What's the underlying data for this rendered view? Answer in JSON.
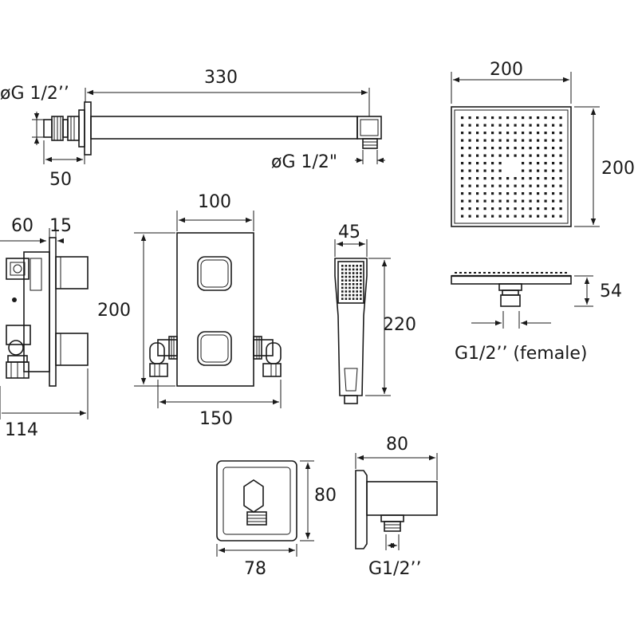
{
  "dimensions": {
    "arm_length": "330",
    "arm_inlet_thread": "øG 1/2’’",
    "arm_outlet_thread": "øG 1/2\"",
    "arm_flange_depth": "50",
    "head_width": "200",
    "head_height": "200",
    "head_depth": "54",
    "head_thread": "G1/2’’ (female)",
    "valve_depth_a": "60",
    "valve_depth_b": "15",
    "valve_body_depth": "114",
    "plate_width": "100",
    "plate_height": "200",
    "valve_width": "150",
    "handset_width": "45",
    "handset_length": "220",
    "outlet_plate_width": "78",
    "outlet_plate_height": "80",
    "outlet_projection": "80",
    "outlet_thread": "G1/2’’"
  }
}
